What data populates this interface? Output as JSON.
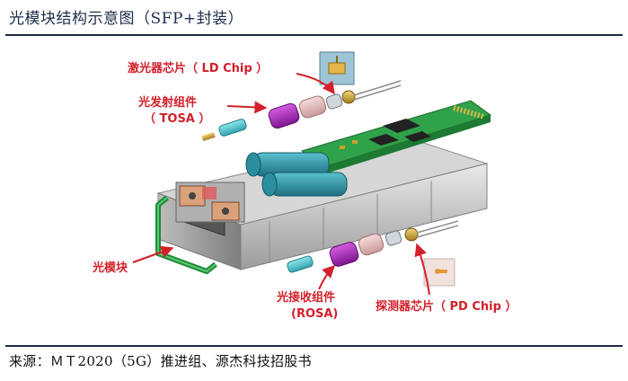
{
  "header": {
    "title": "光模块结构示意图（SFP+封装）"
  },
  "labels": {
    "ld_chip": "激光器芯片（ LD Chip ）",
    "tosa_line1": "光发射组件",
    "tosa_line2": "（ TOSA ）",
    "module": "光模块",
    "rosa_line1": "光接收组件",
    "rosa_line2": "(ROSA)",
    "pd_chip": "探测器芯片（ PD Chip ）"
  },
  "footer": {
    "source": "来源：ＭＴ2020（5G）推进组、源杰科技招股书"
  },
  "colors": {
    "label_red": "#d3202a",
    "pcb_green": "#2fa24a",
    "tosa_magenta": "#b12fc0",
    "lens_cyan": "#49c3cc"
  }
}
